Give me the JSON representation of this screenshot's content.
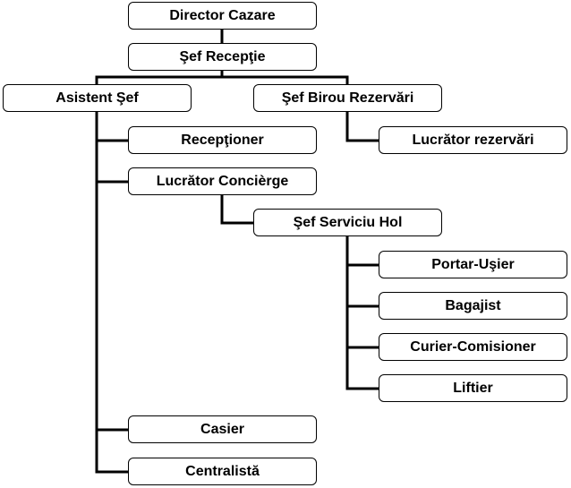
{
  "org_chart": {
    "director_cazare": "Director Cazare",
    "sef_receptie": "Şef Recepţie",
    "asistent_sef": "Asistent Şef",
    "sef_birou_rezervari": "Şef Birou Rezervări",
    "receptioner": "Recepţioner",
    "lucrator_rezervari": "Lucrător rezervări",
    "lucrator_concierge": "Lucrător Concièrge",
    "sef_serviciu_hol": "Şef Serviciu Hol",
    "portar_usier": "Portar-Uşier",
    "bagajist": "Bagajist",
    "curier_comisioner": "Curier-Comisioner",
    "liftier": "Liftier",
    "casier": "Casier",
    "centralista": "Centralistă"
  }
}
